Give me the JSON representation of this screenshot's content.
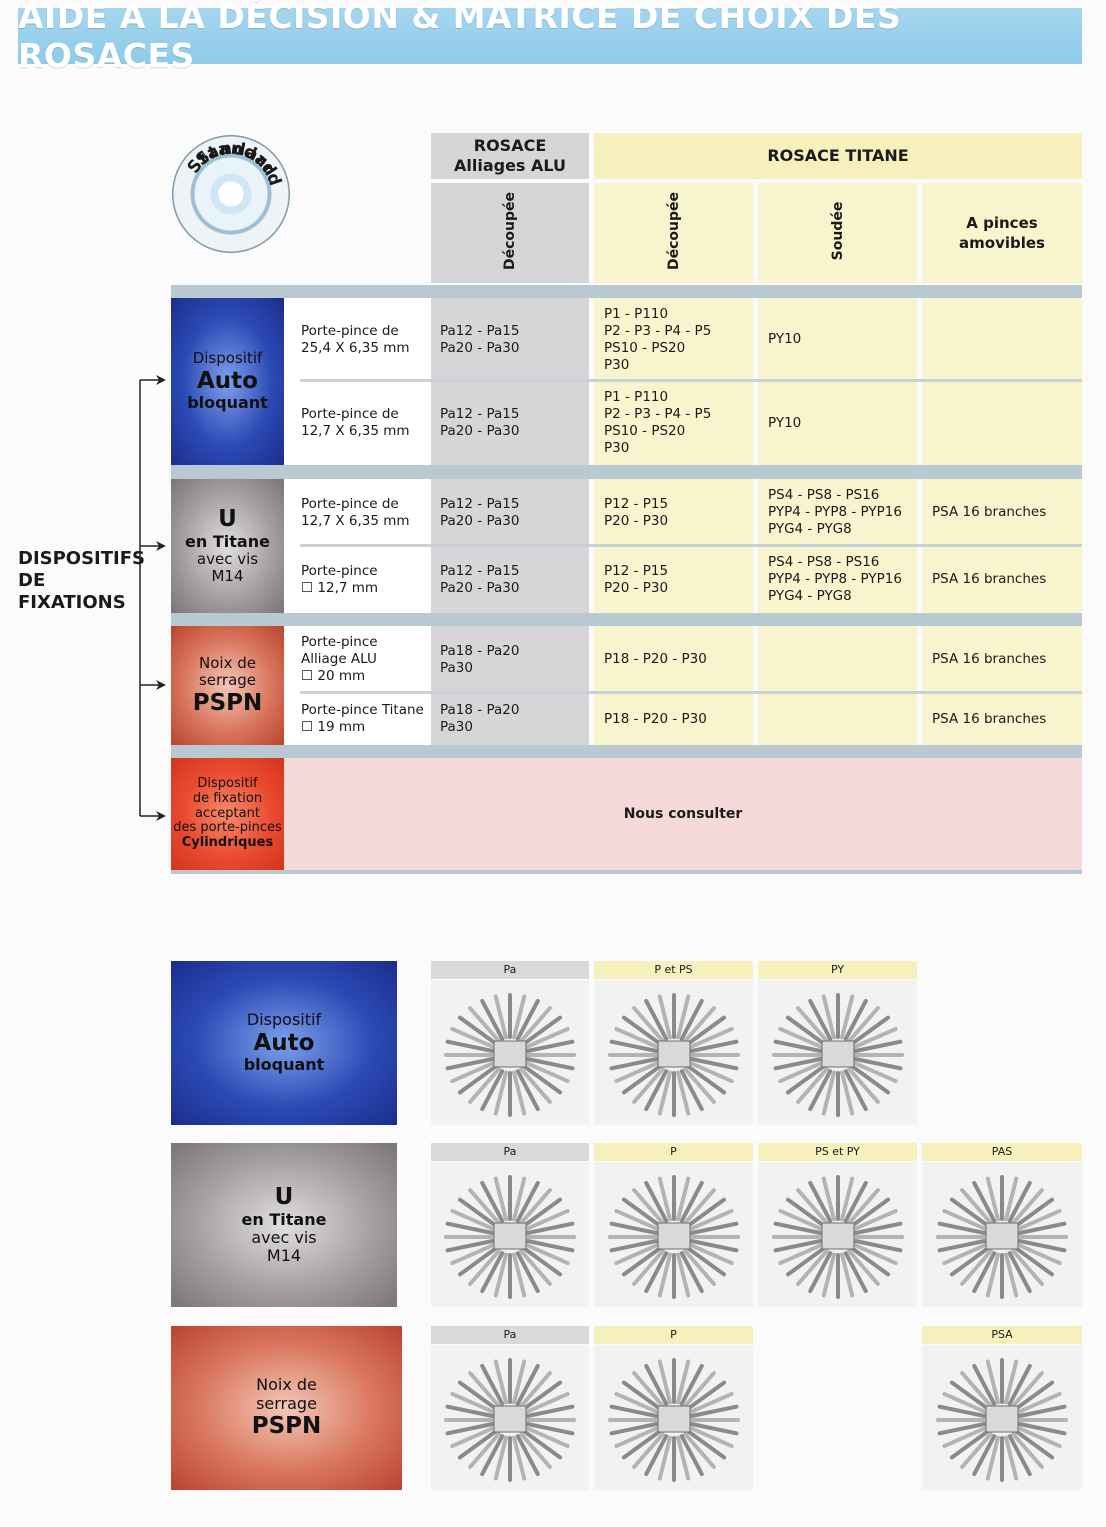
{
  "title": "AIDE A LA DÉCISION & MATRICE DE CHOIX DES ROSACES",
  "logo": {
    "text": "Standard"
  },
  "header": {
    "alu": "ROSACE\nAlliages ALU",
    "titane": "ROSACE TITANE",
    "sub_alu_decoupee": "Découpée",
    "sub_ti_decoupee": "Découpée",
    "sub_ti_soudee": "Soudée",
    "sub_ti_pinces": "A pinces\namovibles"
  },
  "side_label": "DISPOSITIFS\nDE\nFIXATIONS",
  "devices": {
    "auto": {
      "line1": "Dispositif",
      "line2": "Auto",
      "line3": "bloquant"
    },
    "u": {
      "line1": "U",
      "line2": "en Titane",
      "line3": "avec vis",
      "line4": "M14"
    },
    "pspn": {
      "line1": "Noix de",
      "line2": "serrage",
      "line3": "PSPN"
    },
    "cyl": {
      "line1": "Dispositif",
      "line2": "de fixation",
      "line3": "acceptant",
      "line4": "des porte-pinces",
      "line5": "Cylindriques"
    }
  },
  "rows": [
    {
      "holder": "Porte-pince de\n25,4 X 6,35 mm",
      "alu": "Pa12 - Pa15\nPa20 - Pa30",
      "ti_dec": "P1 - P110\nP2 - P3 - P4 - P5\nPS10 - PS20\nP30",
      "ti_soud": "PY10",
      "ti_pinces": ""
    },
    {
      "holder": "Porte-pince de\n12,7 X 6,35 mm",
      "alu": "Pa12 - Pa15\nPa20 - Pa30",
      "ti_dec": "P1 - P110\nP2 - P3 - P4 - P5\nPS10 - PS20\nP30",
      "ti_soud": "PY10",
      "ti_pinces": ""
    },
    {
      "holder": "Porte-pince de\n12,7 X 6,35 mm",
      "alu": "Pa12 - Pa15\nPa20 - Pa30",
      "ti_dec": "P12 - P15\nP20 - P30",
      "ti_soud": "PS4 - PS8 - PS16\nPYP4 - PYP8 - PYP16\nPYG4 - PYG8",
      "ti_pinces": "PSA 16 branches"
    },
    {
      "holder": "Porte-pince\n☐ 12,7 mm",
      "alu": "Pa12 - Pa15\nPa20 - Pa30",
      "ti_dec": "P12 - P15\nP20 - P30",
      "ti_soud": "PS4 - PS8 - PS16\nPYP4 - PYP8 - PYP16\nPYG4 - PYG8",
      "ti_pinces": "PSA 16 branches"
    },
    {
      "holder": "Porte-pince\nAlliage ALU\n☐ 20 mm",
      "alu": "Pa18 - Pa20\nPa30",
      "ti_dec": "P18 - P20 - P30",
      "ti_soud": "",
      "ti_pinces": "PSA 16 branches"
    },
    {
      "holder": "Porte-pince Titane\n☐ 19 mm",
      "alu": "Pa18 - Pa20\nPa30",
      "ti_dec": "P18 - P20 - P30",
      "ti_soud": "",
      "ti_pinces": "PSA 16 branches"
    }
  ],
  "consult": "Nous consulter",
  "gallery": {
    "auto": [
      "Pa",
      "P et PS",
      "PY"
    ],
    "u": [
      "Pa",
      "P",
      "PS et PY",
      "PAS"
    ],
    "pspn": [
      "Pa",
      "P",
      "PSA"
    ]
  },
  "colors": {
    "title_bg": "#a6d6ef",
    "alu_bg": "#d6d6d9",
    "titane_bg": "#f6f0bd",
    "consult_bg": "#f6d9d9"
  }
}
